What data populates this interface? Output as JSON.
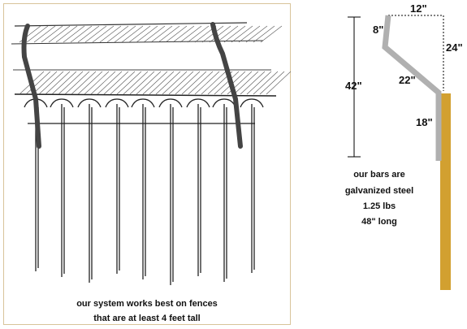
{
  "illustration": {
    "caption_line1": "our system works best on fences",
    "caption_line2": "that are at least 4 feet tall"
  },
  "bar_diagram": {
    "dimensions": {
      "top_offset": "12\"",
      "hook": "8\"",
      "rise": "24\"",
      "diagonal": "22\"",
      "mount": "18\"",
      "height": "42\""
    },
    "specs": {
      "line1": "our bars are",
      "line2": "galvanized steel",
      "line3": "1.25 lbs",
      "line4": "48\" long"
    },
    "colors": {
      "bar": "#b0b0b0",
      "post": "#d2a030"
    }
  }
}
